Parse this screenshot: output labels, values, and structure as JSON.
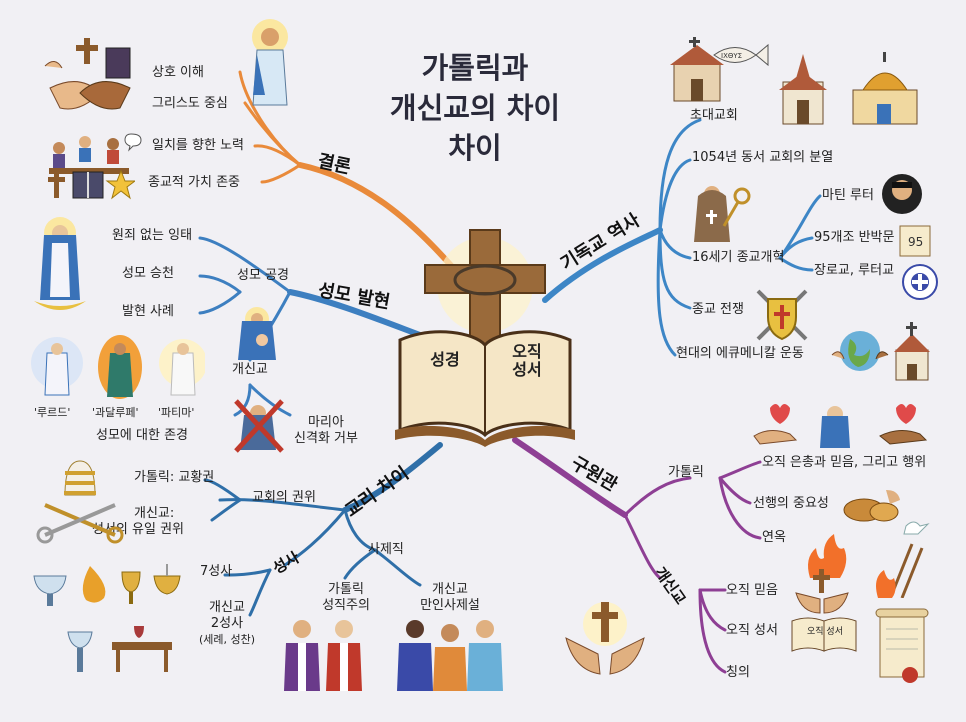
{
  "title": {
    "line1": "가톨릭과",
    "line2": "개신교의 차이",
    "line3": "차이"
  },
  "center": {
    "left_page": "성경",
    "right_page_1": "오직",
    "right_page_2": "성서"
  },
  "branches": {
    "conclusion": {
      "label": "결론",
      "items": [
        "상호 이해",
        "그리스도 중심",
        "일치를 향한 노력",
        "종교적 가치 존중"
      ]
    },
    "marian": {
      "label": "성모 발현",
      "catholic_sub": "성모 공경",
      "catholic_items": [
        "원죄 없는 잉태",
        "성모 승천",
        "발현 사례"
      ],
      "apparitions": [
        "'루르드'",
        "'과달루페'",
        "'파티마'"
      ],
      "respect": "성모에 대한 존경",
      "protestant_sub": "개신교",
      "protestant_item": [
        "마리아",
        "신격화 거부"
      ]
    },
    "history": {
      "label": "기독교 역사",
      "items": [
        "초대교회",
        "1054년 동서 교회의 분열",
        "16세기 종교개혁",
        "종교 전쟁",
        "현대의 에큐메니칼 운동"
      ],
      "reformation_items": [
        "마틴 루터",
        "95개조 반박문",
        "장로교, 루터교"
      ],
      "ichthys": "IXΘYΣ",
      "theses_badge": "95"
    },
    "doctrine": {
      "label": "교리 차이",
      "authority": "교회의 권위",
      "authority_catholic": "가톨릭: 교황권",
      "authority_protestant": [
        "개신교:",
        "성서의 유일 권위"
      ],
      "sacraments": "성사",
      "seven": "7성사",
      "protestant_two": [
        "개신교",
        "2성사",
        "(세례, 성찬)"
      ],
      "priesthood": "사제직",
      "catholic_priesthood": [
        "가톨릭",
        "성직주의"
      ],
      "protestant_priesthood": [
        "개신교",
        "만인사제설"
      ]
    },
    "salvation": {
      "label": "구원관",
      "catholic": "가톨릭",
      "catholic_items": [
        "오직 은총과 믿음, 그리고 행위",
        "선행의 중요성",
        "연옥"
      ],
      "protestant": "개신교",
      "protestant_items": [
        "오직 믿음",
        "오직 성서",
        "칭의"
      ],
      "book_label": "오직 성서"
    }
  },
  "colors": {
    "conclusion": "#e98a3a",
    "marian": "#3d7fc0",
    "history": "#3d86c6",
    "doctrine": "#2f6fa8",
    "salvation": "#8e3f94"
  },
  "icons": [
    "cross-icon",
    "bible-icon",
    "handshake-icon",
    "jesus-icon",
    "church-icon",
    "ichthys-fish-icon",
    "dome-church-icon",
    "martin-luther-icon",
    "monk-icon",
    "key-icon",
    "theses-scroll-icon",
    "shield-swords-icon",
    "globe-hands-icon",
    "mary-icon",
    "madonna-child-icon",
    "crossed-mary-icon",
    "papal-tiara-icon",
    "chalice-icon",
    "priest-icon",
    "praying-people-icon",
    "heart-hand-icon",
    "bread-icon",
    "fire-icon",
    "dove-icon",
    "ladder-icon",
    "scroll-seal-icon",
    "open-book-icon",
    "praying-hands-cross-icon"
  ]
}
